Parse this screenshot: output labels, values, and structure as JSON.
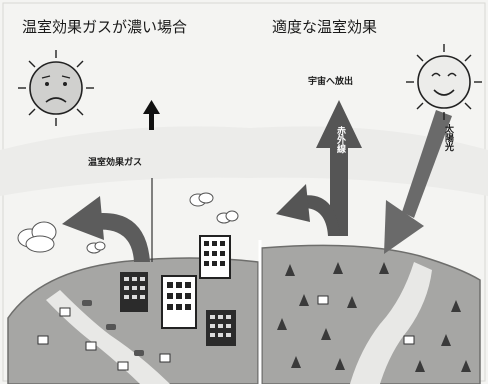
{
  "left": {
    "title": "温室効果ガスが濃い場合",
    "gas_label": "温室効果ガス"
  },
  "right": {
    "title": "適度な温室効果",
    "space_label": "宇宙へ放出",
    "infrared_label": "赤外線",
    "sunlight_label": "太陽光"
  }
}
